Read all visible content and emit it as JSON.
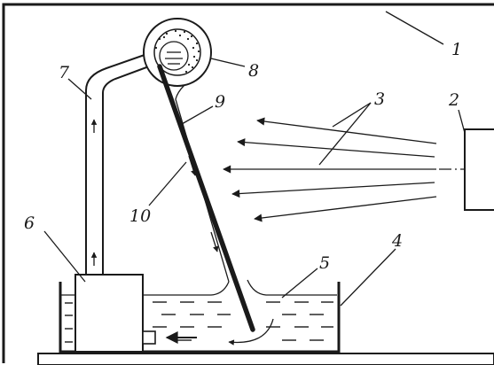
{
  "labels": {
    "l1": "1",
    "l2": "2",
    "l3": "3",
    "l4": "4",
    "l5": "5",
    "l6": "6",
    "l7": "7",
    "l8": "8",
    "l9": "9",
    "l10": "10"
  },
  "colors": {
    "ink": "#1a1a1a",
    "background": "#ffffff"
  }
}
